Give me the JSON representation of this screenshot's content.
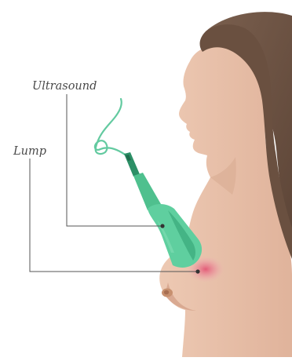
{
  "diagram": {
    "labels": {
      "ultrasound": "Ultrasound",
      "lump": "Lump"
    },
    "colors": {
      "skin": "#e7c1ab",
      "skin_shadow": "#d9ab93",
      "hair": "#6e5546",
      "probe": "#5fcf9f",
      "probe_dark": "#2fa777",
      "cable": "#63caa0",
      "lump": "#e9607a",
      "nipple": "#c7906f",
      "leader_line": "#555555",
      "label_text": "#4a4a4a"
    },
    "icons": {
      "probe": "ultrasound-probe-icon",
      "lump": "lump-highlight"
    }
  }
}
